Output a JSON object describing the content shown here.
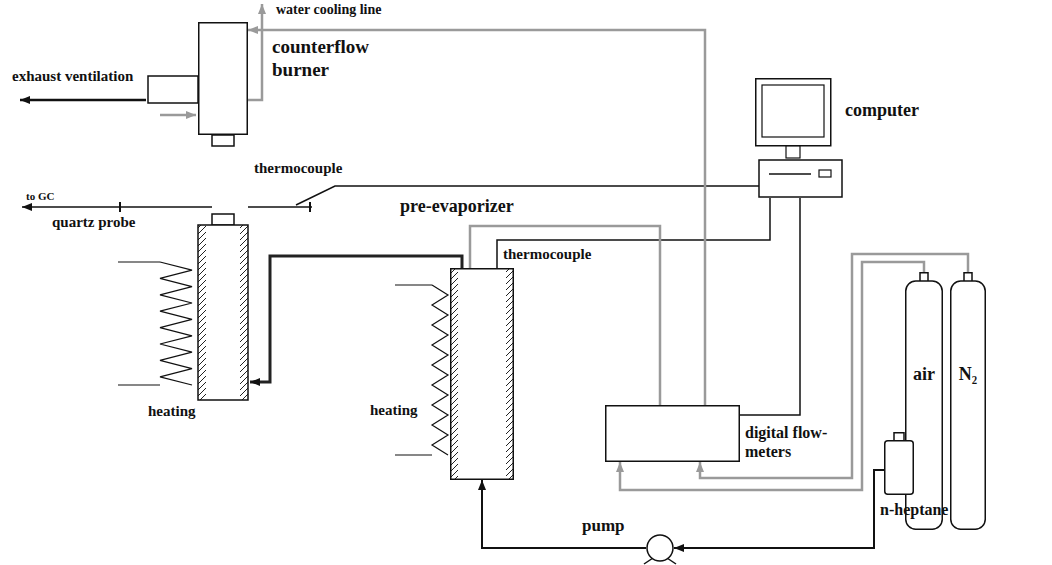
{
  "diagram": {
    "nodes": [
      {
        "text": [
          "counterflow burner"
        ]
      },
      {
        "text": [
          "pre-evaporizer"
        ]
      },
      {
        "text": [
          "computer"
        ]
      },
      {
        "text": [
          "digital flow-meters"
        ]
      },
      {
        "text": [
          "air"
        ]
      },
      {
        "text": [
          "N₂"
        ]
      },
      {
        "text": [
          "n-heptane"
        ]
      },
      {
        "text": [
          "pump"
        ]
      }
    ],
    "edges": [
      {
        "from": 4,
        "to": 3,
        "arrow": "to"
      },
      {
        "from": 5,
        "to": 3,
        "arrow": "to"
      },
      {
        "from": 3,
        "to": 1,
        "arrow": "none"
      },
      {
        "from": 3,
        "to": 0,
        "arrow": "to"
      },
      {
        "from": 2,
        "to": 3,
        "arrow": "none"
      },
      {
        "from": 6,
        "to": 7,
        "arrow": "to"
      },
      {
        "from": 7,
        "to": 1,
        "arrow": "to"
      }
    ],
    "labels": [
      "water cooling line",
      "exhaust ventilation",
      "to GC",
      "quartz probe",
      "thermocouple",
      "thermocouple",
      "heating",
      "heating"
    ]
  }
}
